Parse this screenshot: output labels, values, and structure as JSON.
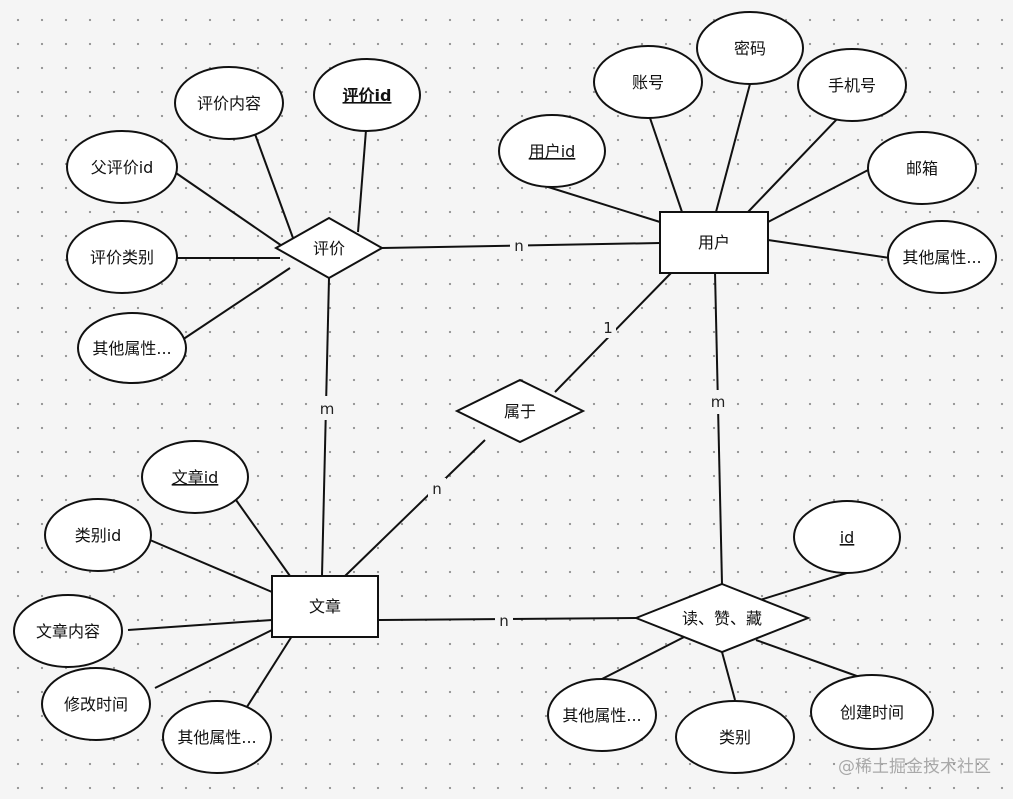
{
  "entities": {
    "user": "用户",
    "article": "文章"
  },
  "relationships": {
    "review": "评价",
    "belongs": "属于",
    "interact": "读、赞、藏"
  },
  "attributes": {
    "review_id": "评价id",
    "review_content": "评价内容",
    "parent_review_id": "父评价id",
    "review_type": "评价类别",
    "review_other": "其他属性...",
    "user_id": "用户id",
    "account": "账号",
    "password": "密码",
    "phone": "手机号",
    "email": "邮箱",
    "user_other": "其他属性...",
    "article_id": "文章id",
    "category_id": "类别id",
    "article_content": "文章内容",
    "modify_time": "修改时间",
    "article_other": "其他属性...",
    "interact_id": "id",
    "interact_other": "其他属性...",
    "interact_type": "类别",
    "create_time": "创建时间"
  },
  "cardinalities": {
    "review_user": "n",
    "review_article": "m",
    "belongs_user": "1",
    "belongs_article": "n",
    "interact_user": "m",
    "interact_article": "n"
  },
  "watermark": "@稀土掘金技术社区"
}
